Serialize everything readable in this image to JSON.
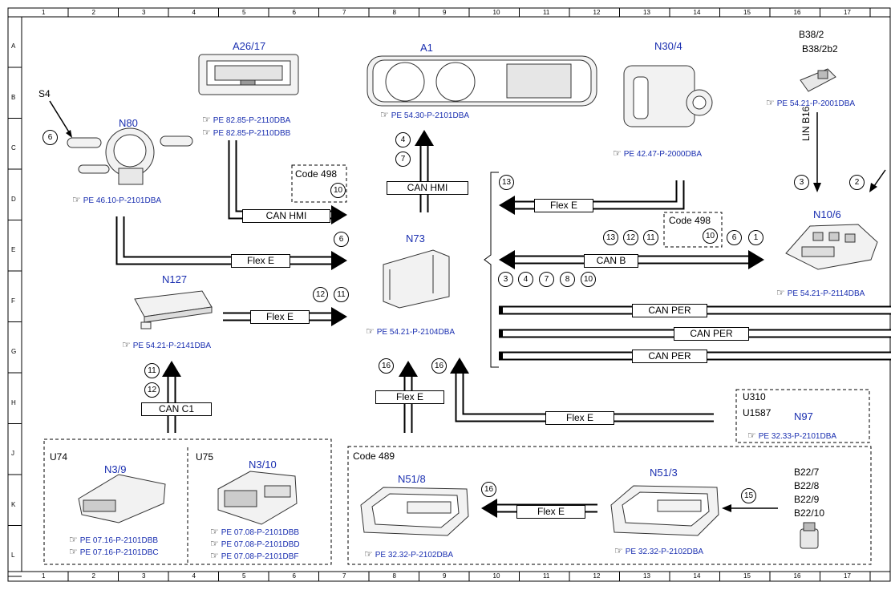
{
  "grid": {
    "columns": [
      "1",
      "2",
      "3",
      "4",
      "5",
      "6",
      "7",
      "8",
      "9",
      "10",
      "11",
      "12",
      "13",
      "14",
      "15",
      "16",
      "17"
    ],
    "rows": [
      "A",
      "B",
      "C",
      "D",
      "E",
      "F",
      "G",
      "H",
      "J",
      "K",
      "L"
    ]
  },
  "components": {
    "s4": {
      "name": "S4"
    },
    "n80": {
      "name": "N80",
      "ref": "PE 46.10-P-2101DBA",
      "callout": "6"
    },
    "a26": {
      "name": "A26/17",
      "refs": [
        "PE 82.85-P-2110DBA",
        "PE 82.85-P-2110DBB"
      ]
    },
    "a1": {
      "name": "A1",
      "ref": "PE 54.30-P-2101DBA"
    },
    "n30": {
      "name": "N30/4",
      "ref": "PE 42.47-P-2000DBA"
    },
    "b38": {
      "names": [
        "B38/2",
        "B38/2b2"
      ],
      "ref": "PE 54.21-P-2001DBA"
    },
    "n73": {
      "name": "N73",
      "ref": "PE 54.21-P-2104DBA"
    },
    "n127": {
      "name": "N127",
      "ref": "PE 54.21-P-2141DBA"
    },
    "n106": {
      "name": "N10/6",
      "ref": "PE 54.21-P-2114DBA"
    },
    "n97": {
      "codes": [
        "U310",
        "U1587"
      ],
      "name": "N97",
      "ref": "PE 32.33-P-2101DBA"
    },
    "u74": {
      "code": "U74",
      "name": "N3/9",
      "refs": [
        "PE 07.16-P-2101DBB",
        "PE 07.16-P-2101DBC"
      ]
    },
    "u75": {
      "code": "U75",
      "name": "N3/10",
      "refs": [
        "PE 07.08-P-2101DBB",
        "PE 07.08-P-2101DBD",
        "PE 07.08-P-2101DBF"
      ]
    },
    "code489": {
      "label": "Code 489"
    },
    "n518": {
      "name": "N51/8",
      "ref": "PE 32.32-P-2102DBA"
    },
    "n513": {
      "name": "N51/3",
      "ref": "PE 32.32-P-2102DBA"
    },
    "b22": {
      "names": [
        "B22/7",
        "B22/8",
        "B22/9",
        "B22/10"
      ]
    }
  },
  "code498_left": {
    "label": "Code 498",
    "callout": "10"
  },
  "code498_right": {
    "label": "Code 498",
    "callout": "10"
  },
  "buses": {
    "can_hmi_a26": "CAN HMI",
    "can_hmi_a1": "CAN HMI",
    "flex_e_n80": "Flex E",
    "flex_e_n127": "Flex E",
    "flex_e_n30": "Flex E",
    "can_b": "CAN B",
    "can_per_1": "CAN PER",
    "can_per_2": "CAN PER",
    "can_per_3": "CAN PER",
    "can_c1": "CAN C1",
    "flex_e_up": "Flex E",
    "flex_e_n97": "Flex E",
    "flex_e_n51": "Flex E",
    "lin_b16": "LIN B16"
  },
  "callouts": {
    "a1_up": [
      "4",
      "7"
    ],
    "n80_flex": "6",
    "n127_flex": [
      "12",
      "11"
    ],
    "flex_n30": "13",
    "canb_top": [
      "13",
      "12",
      "11"
    ],
    "canb_right": [
      "6",
      "1"
    ],
    "canb_bottom": [
      "3",
      "4",
      "7",
      "8",
      "10"
    ],
    "canc1": [
      "11",
      "12"
    ],
    "flex_up": "16",
    "flex_n97": "16",
    "lin": "3",
    "right_edge": "2",
    "n51": "16",
    "b22": "15"
  }
}
